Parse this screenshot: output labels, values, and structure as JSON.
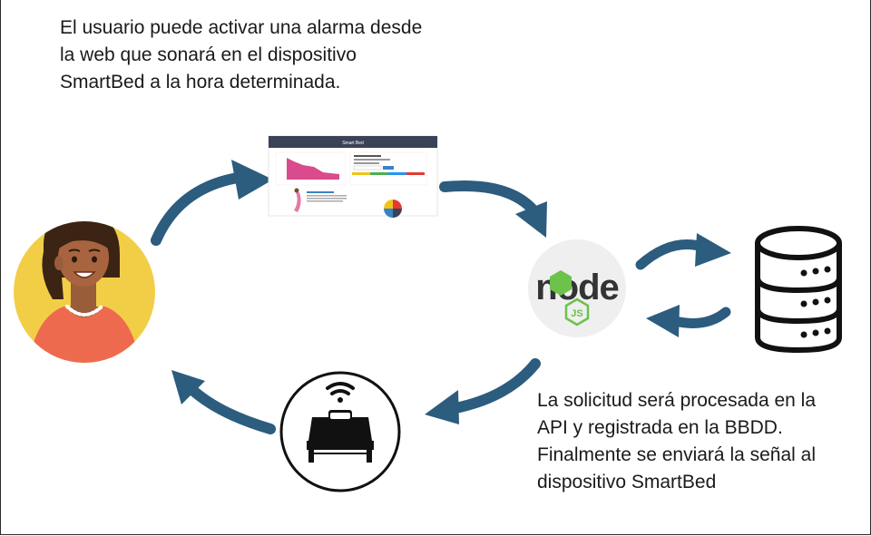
{
  "top_caption": {
    "lines": [
      "El usuario puede activar una alarma desde",
      "la web que sonará en el dispositivo",
      "SmartBed a la hora determinada."
    ]
  },
  "bottom_caption": {
    "lines": [
      "La solicitud será procesada en la",
      "API y registrada en la BBDD.",
      "Finalmente se enviará la señal al",
      "dispositivo SmartBed"
    ]
  },
  "web_thumbnail": {
    "header_brand": "Smart Bed"
  },
  "node_logo": {
    "text": "node",
    "badge": "JS"
  },
  "icons": {
    "user": "woman-avatar-icon",
    "web": "web-dashboard-thumbnail",
    "api": "nodejs-logo-icon",
    "database": "database-icon",
    "device": "wifi-bed-icon"
  },
  "colors": {
    "arrow": "#2c5c7e",
    "avatar_bg": "#f2ce47",
    "node_green": "#6cc24a",
    "node_dark": "#333333"
  }
}
